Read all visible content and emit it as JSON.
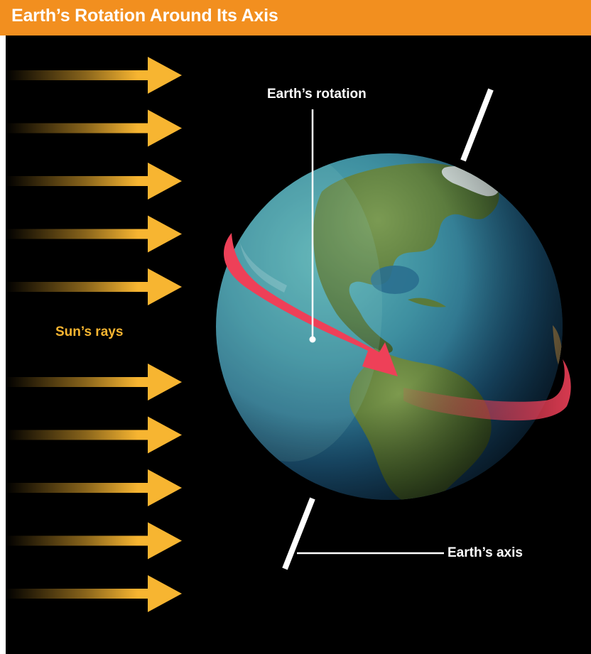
{
  "title": "Earth’s Rotation Around Its Axis",
  "labels": {
    "sun_rays": "Sun’s rays",
    "rotation": "Earth’s rotation",
    "axis": "Earth’s axis"
  },
  "colors": {
    "header": "#f28f1f",
    "background": "#000000",
    "ray": "#f7b531",
    "sun_rays_label": "#f7b531",
    "rotation_arrow": "#ee4058",
    "label_text": "#ffffff"
  },
  "rays": {
    "count": 10
  }
}
